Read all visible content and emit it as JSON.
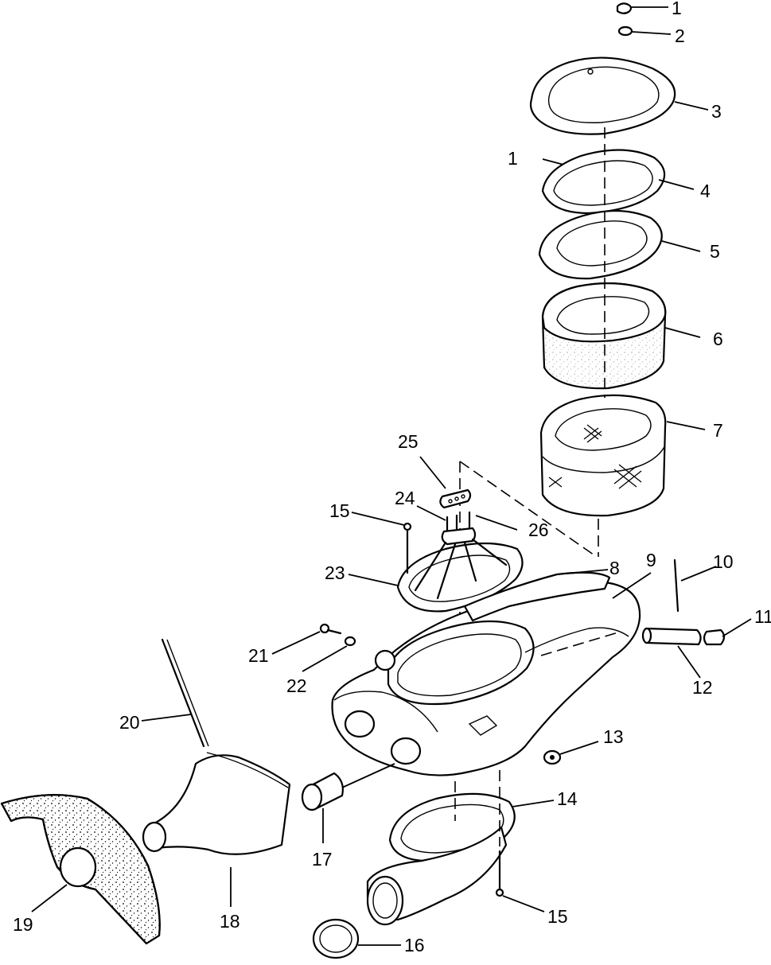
{
  "callouts": {
    "c1a": "1",
    "c2": "2",
    "c3": "3",
    "c1b": "1",
    "c4": "4",
    "c5": "5",
    "c6": "6",
    "c7": "7",
    "c8": "8",
    "c9": "9",
    "c10": "10",
    "c11": "11",
    "c12": "12",
    "c13": "13",
    "c14": "14",
    "c15a": "15",
    "c15b": "15",
    "c16": "16",
    "c17": "17",
    "c18": "18",
    "c19": "19",
    "c20": "20",
    "c21": "21",
    "c22": "22",
    "c23": "23",
    "c24": "24",
    "c25": "25",
    "c26": "26"
  }
}
